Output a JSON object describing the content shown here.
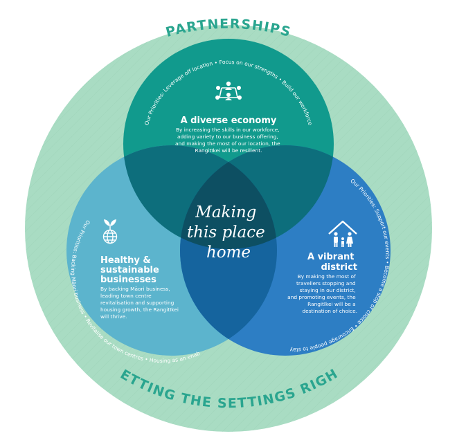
{
  "outer_ring": {
    "top_label": "PARTNERSHIPS",
    "bottom_label": "GETTING THE SETTINGS RIGHT"
  },
  "center": {
    "lines": [
      "Making",
      "this place",
      "home"
    ]
  },
  "economy": {
    "icon": "people-network-icon",
    "title": "A diverse economy",
    "body": [
      "By increasing the skills in our workforce,",
      "adding variety to our business offering,",
      "and making the most of our location, the",
      "Rangitīkei will be resilient."
    ],
    "priorities": "Our Priorities: Leverage off location • Focus on our strengths • Build our workforce"
  },
  "businesses": {
    "icon": "globe-leaf-icon",
    "title": [
      "Healthy &",
      "sustainable",
      "businesses"
    ],
    "body": [
      "By backing Māori business,",
      "leading town centre",
      "revitalisation and supporting",
      "housing growth, the Rangitīkei",
      "will thrive."
    ],
    "priorities": "Our Priorities: Backing Māori business • Revitalise our town centres • Housing as an enabler"
  },
  "district": {
    "icon": "family-house-icon",
    "title": [
      "A vibrant",
      "district"
    ],
    "body": [
      "By making the most of",
      "travellers stopping and",
      "staying in our district,",
      "and promoting events, the",
      "Rangitīkei will be a",
      "destination of choice."
    ],
    "priorities": "Our Priorities: Support our events • Become a stop of choice • Encourage people to stay"
  },
  "colors": {
    "ring": "#a9dcc3",
    "ring_text": "#2aa58f",
    "economy": "#119a8d",
    "businesses": "#5cb4cd",
    "district": "#2d7ec4",
    "overlap_top": "#0d6e7c",
    "overlap_bottom": "#15649e",
    "center": "#0d4f62"
  }
}
